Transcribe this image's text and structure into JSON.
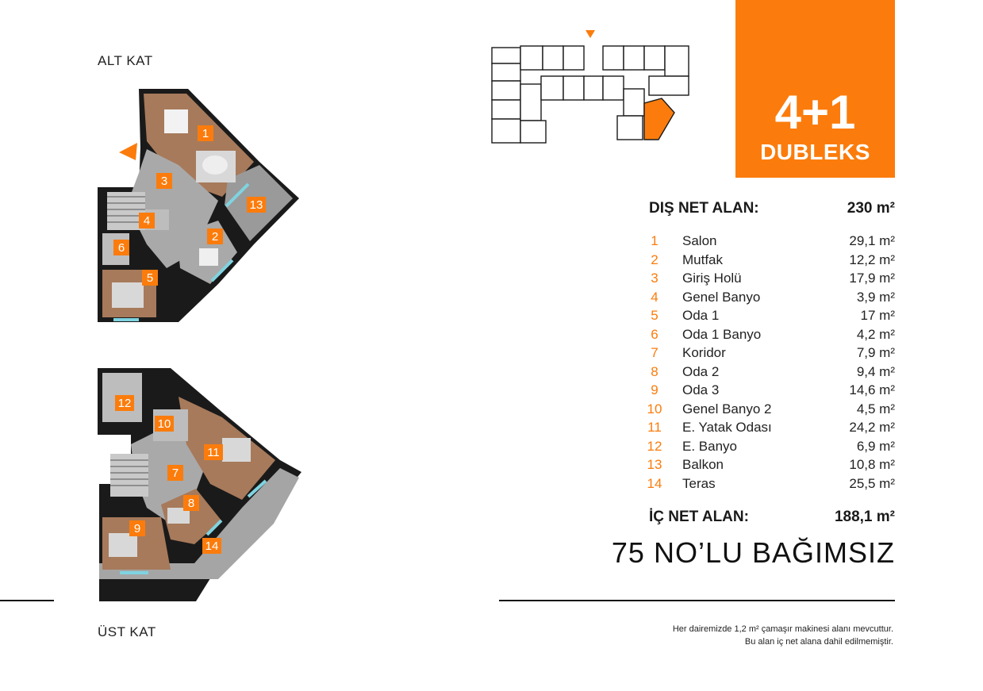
{
  "floors": {
    "lower_label": "ALT KAT",
    "upper_label": "ÜST KAT"
  },
  "badge": {
    "type": "4+1",
    "subtitle": "DUBLEKS"
  },
  "outer_area": {
    "label": "DIŞ NET ALAN:",
    "value": "230 m²"
  },
  "rooms": [
    {
      "num": "1",
      "name": "Salon",
      "area": "29,1 m²"
    },
    {
      "num": "2",
      "name": "Mutfak",
      "area": "12,2 m²"
    },
    {
      "num": "3",
      "name": "Giriş Holü",
      "area": "17,9 m²"
    },
    {
      "num": "4",
      "name": "Genel Banyo",
      "area": "3,9 m²"
    },
    {
      "num": "5",
      "name": "Oda 1",
      "area": "17 m²"
    },
    {
      "num": "6",
      "name": "Oda 1 Banyo",
      "area": "4,2 m²"
    },
    {
      "num": "7",
      "name": "Koridor",
      "area": "7,9 m²"
    },
    {
      "num": "8",
      "name": "Oda 2",
      "area": "9,4 m²"
    },
    {
      "num": "9",
      "name": "Oda 3",
      "area": "14,6 m²"
    },
    {
      "num": "10",
      "name": "Genel Banyo 2",
      "area": "4,5 m²"
    },
    {
      "num": "11",
      "name": "E. Yatak Odası",
      "area": "24,2 m²"
    },
    {
      "num": "12",
      "name": "E. Banyo",
      "area": "6,9 m²"
    },
    {
      "num": "13",
      "name": "Balkon",
      "area": "10,8 m²"
    },
    {
      "num": "14",
      "name": "Teras",
      "area": "25,5 m²"
    }
  ],
  "inner_area": {
    "label": "İÇ NET ALAN:",
    "value": "188,1 m²"
  },
  "unit_title": "75 NO’LU BAĞIMSIZ",
  "note": {
    "line1": "Her dairemizde 1,2 m² çamaşır makinesi alanı mevcuttur.",
    "line2": "Bu alan iç net alana dahil edilmemiştir."
  },
  "colors": {
    "accent": "#fb7c0c",
    "wood": "#a77a5b",
    "tile": "#a9a9a9",
    "wall": "#1a1a1a",
    "window": "#7fd3e0"
  }
}
